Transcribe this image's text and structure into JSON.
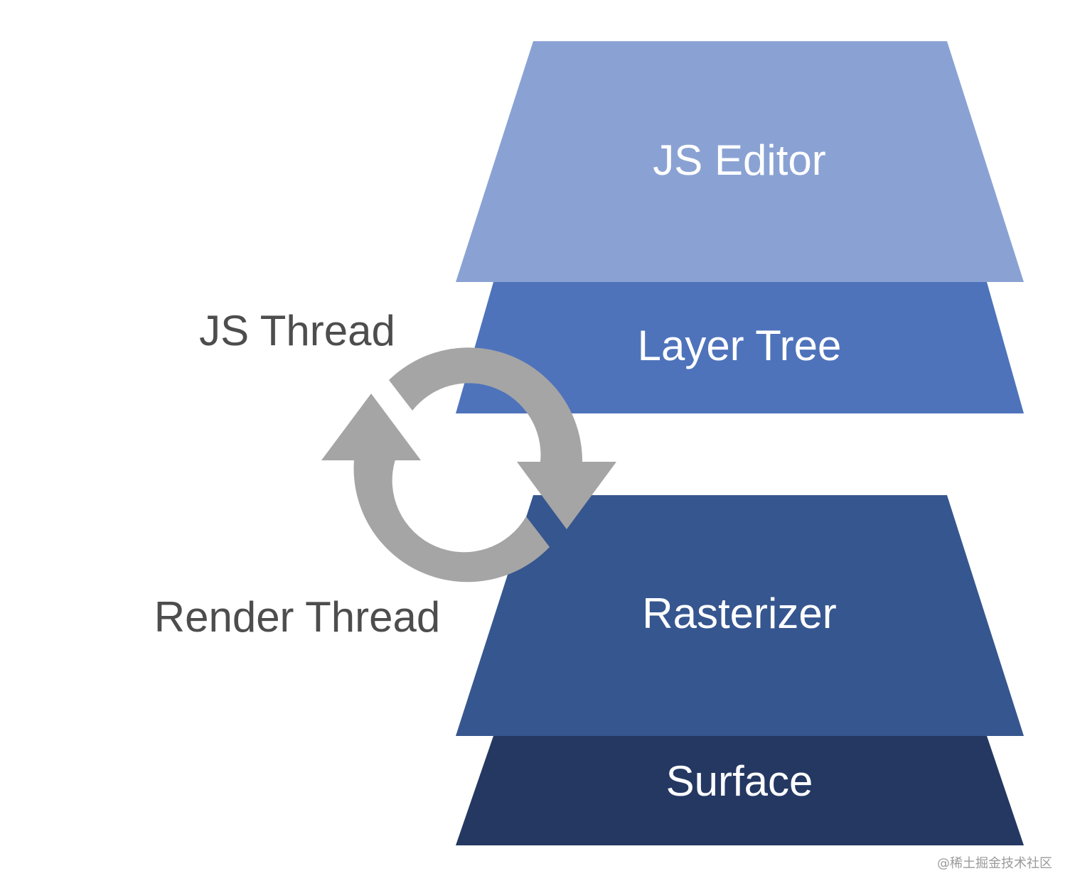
{
  "layers": [
    {
      "label": "JS Editor",
      "color": "#8aa2d3"
    },
    {
      "label": "Layer Tree",
      "color": "#4e73bb"
    },
    {
      "label": "Rasterizer",
      "color": "#36568f"
    },
    {
      "label": "Surface",
      "color": "#243862"
    }
  ],
  "threads": {
    "js_thread": "JS Thread",
    "render_thread": "Render Thread"
  },
  "cycle_icon": {
    "name": "refresh-cycle-icon",
    "color": "#a5a5a5"
  },
  "watermark": "@稀土掘金技术社区"
}
